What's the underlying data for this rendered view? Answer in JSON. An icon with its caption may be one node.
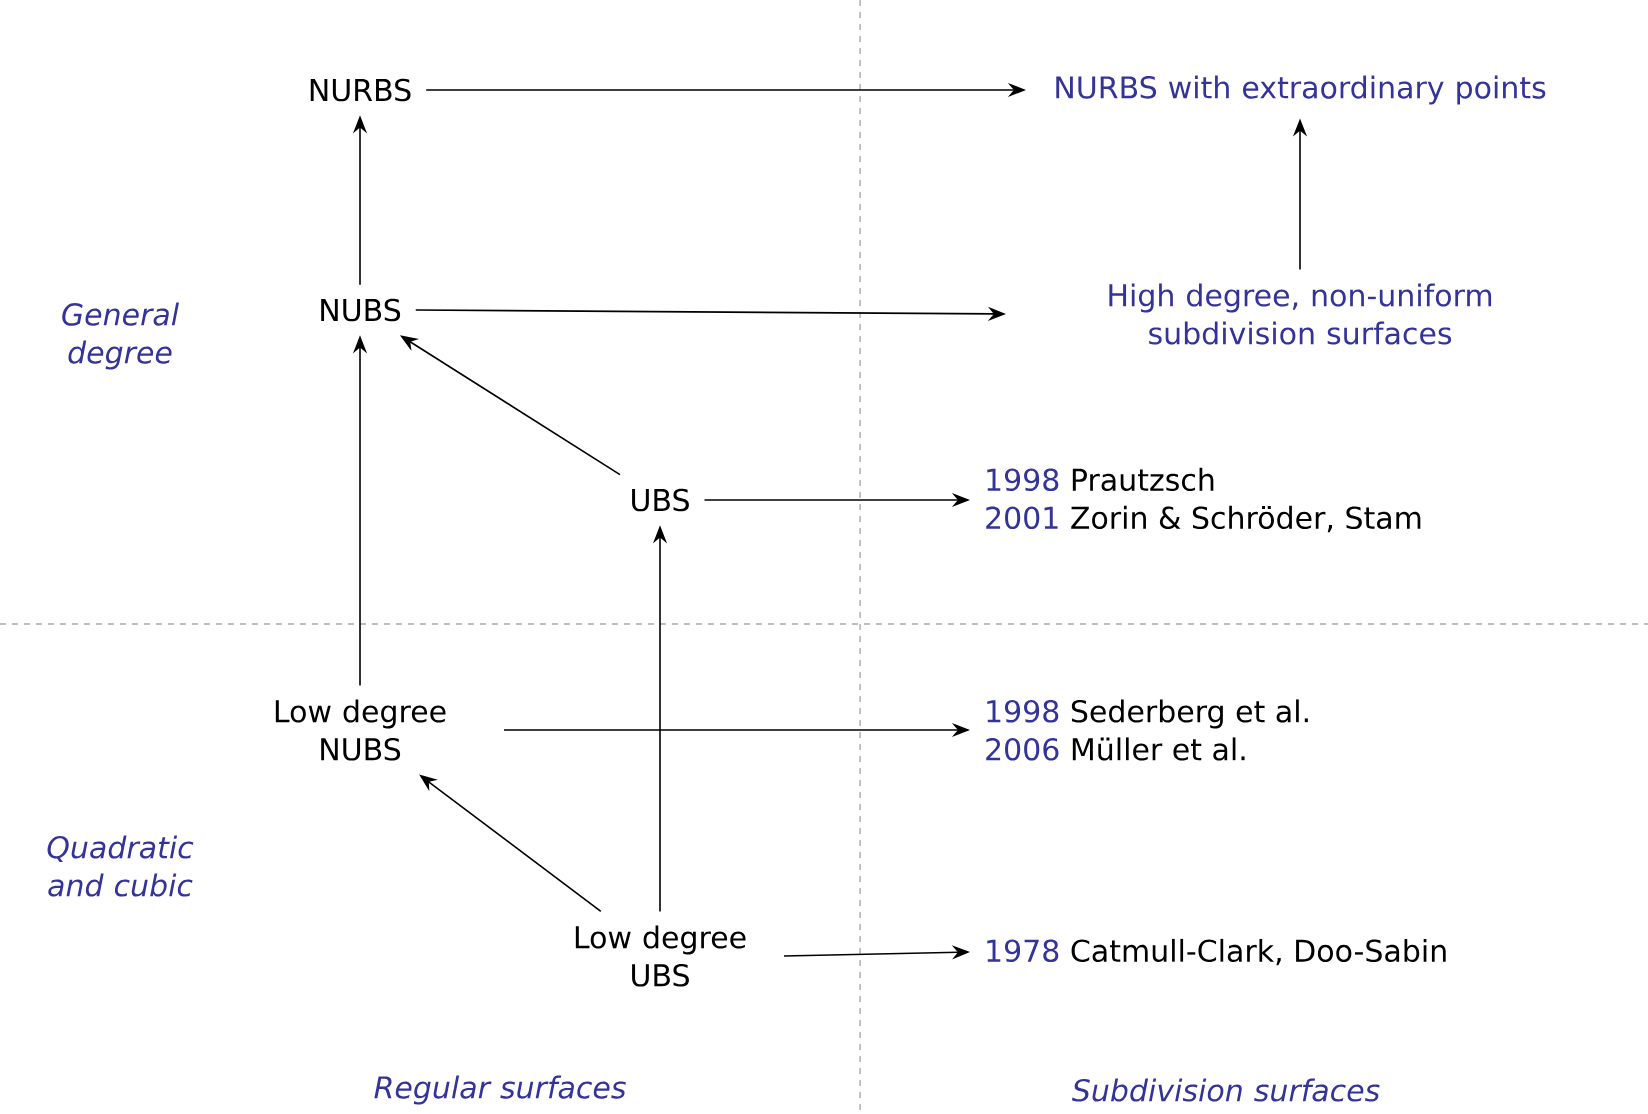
{
  "diagram": {
    "nodes": [
      {
        "text": [
          "NURBS"
        ]
      },
      {
        "text": [
          "NURBS with extraordinary points"
        ]
      },
      {
        "text": [
          "NUBS"
        ]
      },
      {
        "text": [
          "High degree, non-uniform subdivision surfaces"
        ]
      },
      {
        "text": [
          "UBS"
        ]
      },
      {
        "text": [
          "1998",
          "Prautzsch",
          "2001",
          "Zorin & Schröder, Stam"
        ]
      },
      {
        "text": [
          "Low degree NUBS"
        ]
      },
      {
        "text": [
          "1998",
          "Sederberg et al.",
          "2006",
          "Müller et al."
        ]
      },
      {
        "text": [
          "Low degree UBS"
        ]
      },
      {
        "text": [
          "1978",
          "Catmull-Clark, Doo-Sabin"
        ]
      }
    ],
    "edges": [
      {
        "from": 0,
        "to": 1,
        "arrow": "to"
      },
      {
        "from": 2,
        "to": 0,
        "arrow": "to"
      },
      {
        "from": 2,
        "to": 3,
        "arrow": "to"
      },
      {
        "from": 3,
        "to": 1,
        "arrow": "to"
      },
      {
        "from": 4,
        "to": 2,
        "arrow": "to"
      },
      {
        "from": 4,
        "to": 5,
        "arrow": "to"
      },
      {
        "from": 6,
        "to": 2,
        "arrow": "to"
      },
      {
        "from": 6,
        "to": 7,
        "arrow": "to"
      },
      {
        "from": 8,
        "to": 6,
        "arrow": "to"
      },
      {
        "from": 8,
        "to": 4,
        "arrow": "to"
      },
      {
        "from": 8,
        "to": 9,
        "arrow": "to"
      }
    ],
    "labels": [
      "General degree",
      "Quadratic and cubic",
      "Regular surfaces",
      "Subdivision surfaces"
    ]
  }
}
